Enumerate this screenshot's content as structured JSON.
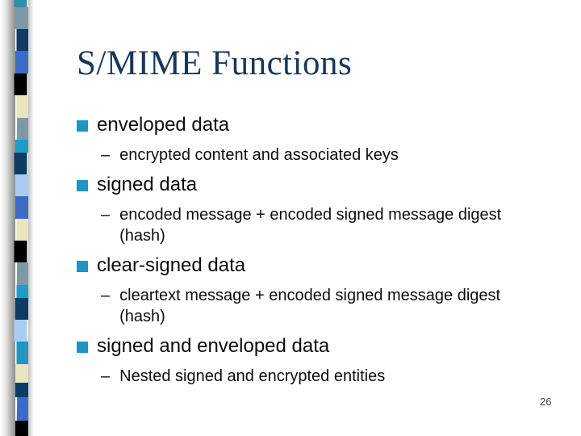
{
  "slide": {
    "title": "S/MIME Functions",
    "sub_dash": "–",
    "page_number": "26",
    "bullets": [
      {
        "label": "enveloped data",
        "subs": [
          "encrypted content and associated keys"
        ]
      },
      {
        "label": "signed data",
        "subs": [
          "encoded message + encoded signed message digest (hash)"
        ]
      },
      {
        "label": "clear-signed data",
        "subs": [
          "cleartext message + encoded signed message digest (hash)"
        ]
      },
      {
        "label": "signed and enveloped data",
        "subs": [
          "Nested signed and encrypted entities"
        ]
      }
    ],
    "colors": {
      "title_text": "#17375d",
      "body_text": "#0d0d0d",
      "bullet_square": "#1e95c5",
      "page_number": "#3d3d3d"
    },
    "strip_squares": [
      {
        "color": "#2b93ad",
        "h": 9
      },
      {
        "color": "#7d98a7",
        "h": 27
      },
      {
        "color": "#0f3c64",
        "h": 27
      },
      {
        "color": "#3b6cc7",
        "h": 28
      },
      {
        "color": "#000000",
        "h": 27
      },
      {
        "color": "#e9e5c1",
        "h": 28
      },
      {
        "color": "#7d98a7",
        "h": 27
      },
      {
        "color": "#1f9dc9",
        "h": 16
      },
      {
        "color": "#0f3c64",
        "h": 27
      },
      {
        "color": "#a9cdf2",
        "h": 27
      },
      {
        "color": "#3b6cc7",
        "h": 28
      },
      {
        "color": "#e9e5c1",
        "h": 27
      },
      {
        "color": "#000000",
        "h": 27
      },
      {
        "color": "#7d98a7",
        "h": 28
      },
      {
        "color": "#1f9dc9",
        "h": 16
      },
      {
        "color": "#0f3c64",
        "h": 27
      },
      {
        "color": "#a9cdf2",
        "h": 27
      },
      {
        "color": "#2196c0",
        "h": 28
      },
      {
        "color": "#e9e5c1",
        "h": 23
      },
      {
        "color": "#0f3c64",
        "h": 18
      },
      {
        "color": "#3b6cc7",
        "h": 29
      },
      {
        "color": "#000000",
        "h": 19
      }
    ]
  }
}
